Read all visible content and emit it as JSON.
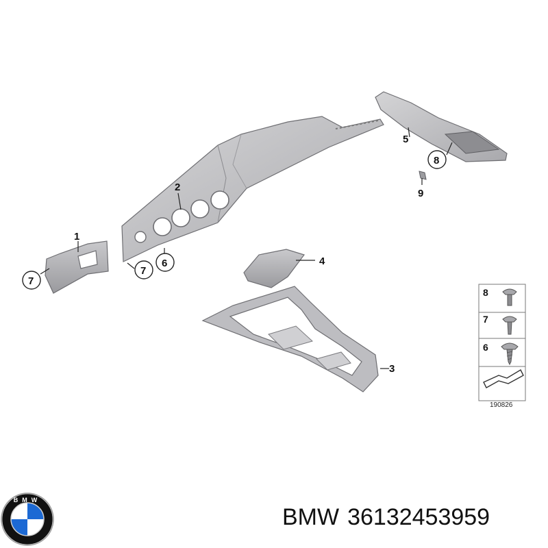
{
  "callouts": {
    "c1": "1",
    "c2": "2",
    "c3": "3",
    "c4": "4",
    "c5": "5",
    "c6": "6",
    "c7a": "7",
    "c7b": "7",
    "c8": "8",
    "c9": "9"
  },
  "legend": {
    "items": [
      {
        "number": "8",
        "icon": "clip-icon"
      },
      {
        "number": "7",
        "icon": "clip-icon"
      },
      {
        "number": "6",
        "icon": "screw-icon"
      }
    ],
    "code": "190826"
  },
  "logo": {
    "letters": "BMW",
    "colors": {
      "blue": "#1c69d4",
      "white": "#ffffff",
      "black": "#111111"
    }
  },
  "caption": {
    "brand": "BMW",
    "part_number": "36132453959"
  }
}
